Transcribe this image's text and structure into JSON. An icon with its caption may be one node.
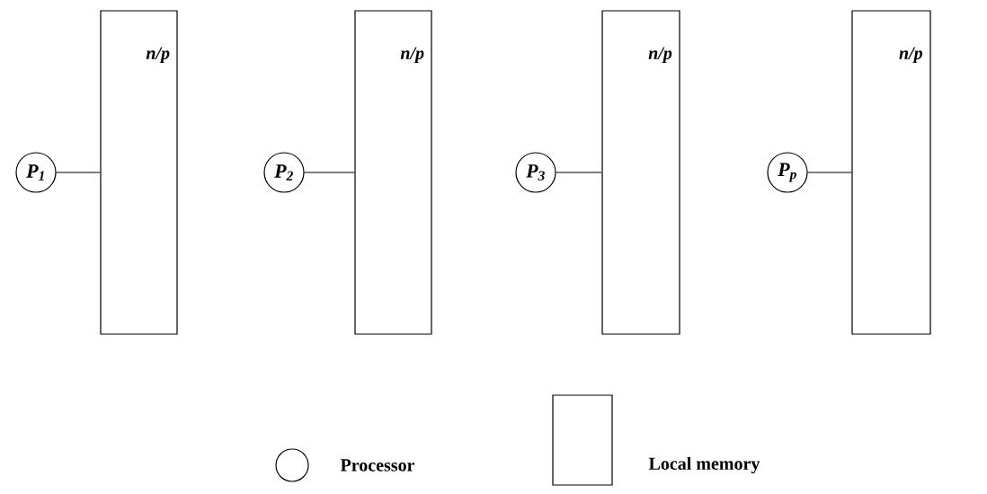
{
  "diagram": {
    "nodes": [
      {
        "text": [
          "P$_{1}$"
        ]
      },
      {
        "text": [
          "n/p"
        ]
      },
      {
        "text": [
          "P$_{2}$"
        ]
      },
      {
        "text": [
          "n/p"
        ]
      },
      {
        "text": [
          "P$_{3}$"
        ]
      },
      {
        "text": [
          "n/p"
        ]
      },
      {
        "text": [
          "P$_{p}$"
        ]
      },
      {
        "text": [
          "n/p"
        ]
      }
    ],
    "edges": [
      {
        "from": 0,
        "to": 1,
        "arrow": "none"
      },
      {
        "from": 2,
        "to": 3,
        "arrow": "none"
      },
      {
        "from": 4,
        "to": 5,
        "arrow": "none"
      },
      {
        "from": 6,
        "to": 7,
        "arrow": "none"
      }
    ],
    "legend": [
      {
        "text": "Processor"
      },
      {
        "text": "Local memory"
      }
    ]
  }
}
